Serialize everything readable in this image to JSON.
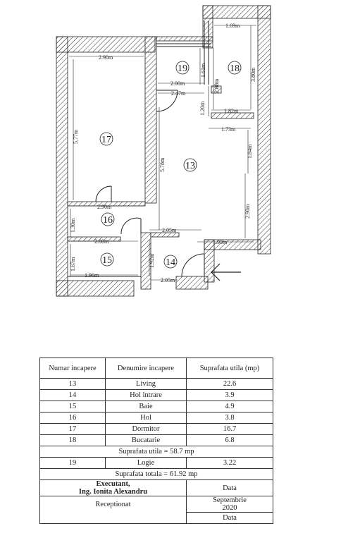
{
  "plan": {
    "rooms": [
      "13",
      "14",
      "15",
      "16",
      "17",
      "18",
      "19"
    ],
    "dims": {
      "d_169": "1.69m",
      "d_290_top": "2.90m",
      "d_161": "1.61m",
      "d_288": "2.88m",
      "d_380": "3.80m",
      "d_200": "2.00m",
      "d_247": "2.47m",
      "d_120": "1.20m",
      "d_182": "1.82m",
      "d_173": "1.73m",
      "d_577": "5.77m",
      "d_578": "5.78m",
      "d_184": "1.84m",
      "d_290_mid": "2.90m",
      "d_290_right": "2.90m",
      "d_130": "1.30m",
      "d_205a": "2.05m",
      "d_195": "1.95m",
      "d_280": "2.80m",
      "d_167": "1.67m",
      "d_192": "1.92m",
      "d_196": "1.96m",
      "d_205b": "2.05m"
    }
  },
  "table": {
    "headers": [
      "Numar incapere",
      "Denumire incapere",
      "Suprafata utila (mp)"
    ],
    "rows": [
      [
        "13",
        "Living",
        "22.6"
      ],
      [
        "14",
        "Hol intrare",
        "3.9"
      ],
      [
        "15",
        "Baie",
        "4.9"
      ],
      [
        "16",
        "Hol",
        "3.8"
      ],
      [
        "17",
        "Dormitor",
        "16.7"
      ],
      [
        "18",
        "Bucatarie",
        "6.8"
      ]
    ],
    "total_util": "Suprafata utila = 58.7 mp",
    "loggia": [
      "19",
      "Logie",
      "3.22"
    ],
    "total": "Suprafata totala = 61.92 mp",
    "executant_1": "Executant,",
    "executant_2": "Ing. Ionita Alexandru",
    "data_label": "Data",
    "date_1": "Septembrie",
    "date_2": "2020",
    "receptionat": "Receptionat",
    "data_label_2": "Data"
  }
}
